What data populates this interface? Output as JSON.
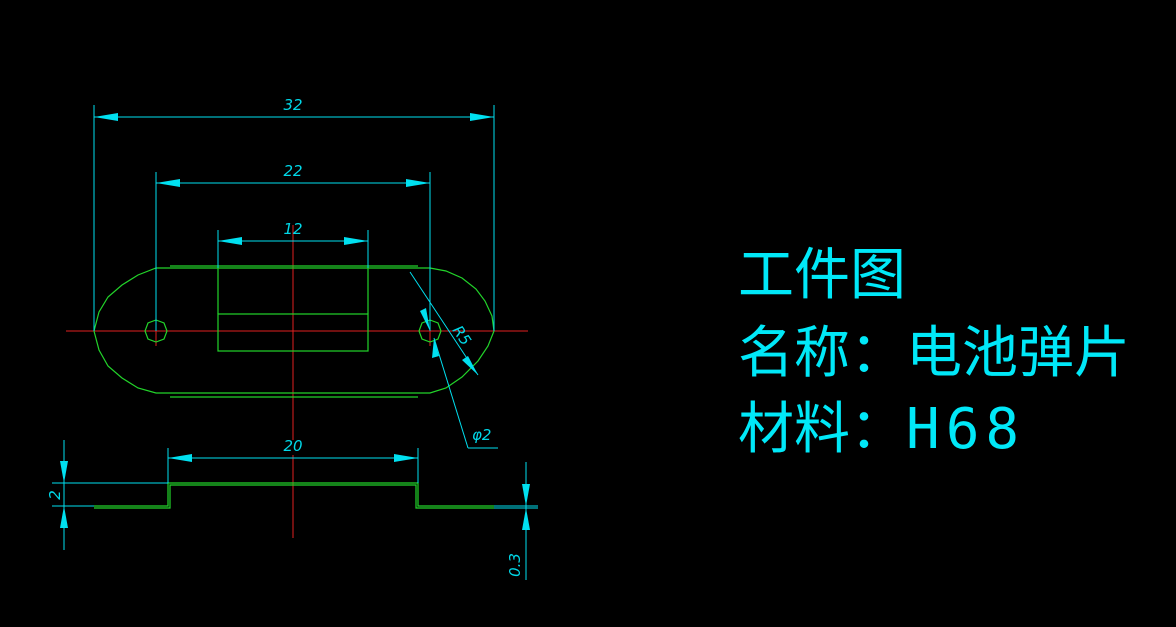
{
  "dimensions": {
    "d32": "32",
    "d22": "22",
    "d12": "12",
    "d20": "20",
    "d2": "2",
    "d03": "0.3",
    "r5": "R5",
    "phi2": "φ2"
  },
  "title_block": {
    "line1": "工件图",
    "line2_label": "名称：",
    "line2_value": "电池弹片",
    "line3_label": "材料：",
    "line3_value": "H68"
  },
  "colors": {
    "background": "#000000",
    "dimension": "#00e0f0",
    "outline": "#22d42a",
    "centerline": "#e02020"
  }
}
